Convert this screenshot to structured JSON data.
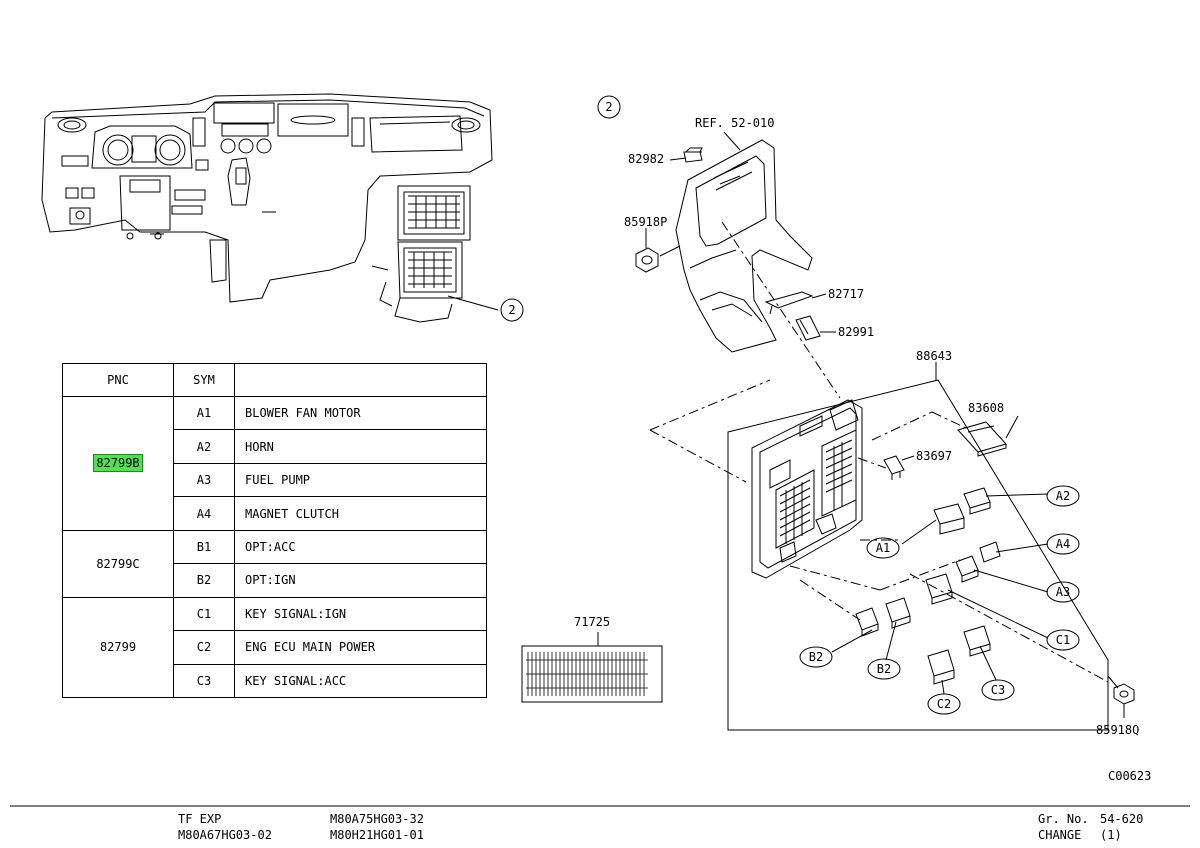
{
  "table": {
    "headers": {
      "pnc": "PNC",
      "sym": "SYM",
      "desc": ""
    },
    "groups": [
      {
        "pnc": "82799B",
        "highlighted": true,
        "rows": [
          {
            "sym": "A1",
            "desc": "BLOWER FAN MOTOR"
          },
          {
            "sym": "A2",
            "desc": "HORN"
          },
          {
            "sym": "A3",
            "desc": "FUEL PUMP"
          },
          {
            "sym": "A4",
            "desc": "MAGNET CLUTCH"
          }
        ]
      },
      {
        "pnc": "82799C",
        "highlighted": false,
        "rows": [
          {
            "sym": "B1",
            "desc": "OPT:ACC"
          },
          {
            "sym": "B2",
            "desc": "OPT:IGN"
          }
        ]
      },
      {
        "pnc": "82799",
        "highlighted": false,
        "rows": [
          {
            "sym": "C1",
            "desc": "KEY SIGNAL:IGN"
          },
          {
            "sym": "C2",
            "desc": "ENG ECU MAIN POWER"
          },
          {
            "sym": "C3",
            "desc": "KEY SIGNAL:ACC"
          }
        ]
      }
    ]
  },
  "callouts": {
    "detail_ref": "2",
    "ref_52": "REF. 52-010",
    "p82982": "82982",
    "p85918P": "85918P",
    "p82717": "82717",
    "p82991": "82991",
    "p88643": "88643",
    "p83608": "83608",
    "p83697": "83697",
    "p71725": "71725",
    "p85918Q": "85918Q",
    "a1": "A1",
    "a2": "A2",
    "a3": "A3",
    "a4": "A4",
    "b2a": "B2",
    "b2b": "B2",
    "c1": "C1",
    "c2": "C2",
    "c3": "C3"
  },
  "figure_code": "C00623",
  "footer": {
    "model1": "TF EXP",
    "model2": "M80A67HG03-02",
    "model3": "M80A75HG03-32",
    "model4": "M80H21HG01-01",
    "grno_label": "Gr. No.",
    "grno_value": "54-620",
    "change_label": "CHANGE",
    "change_value": "(1)"
  },
  "colors": {
    "highlight": "#52e052",
    "line": "#000000"
  }
}
